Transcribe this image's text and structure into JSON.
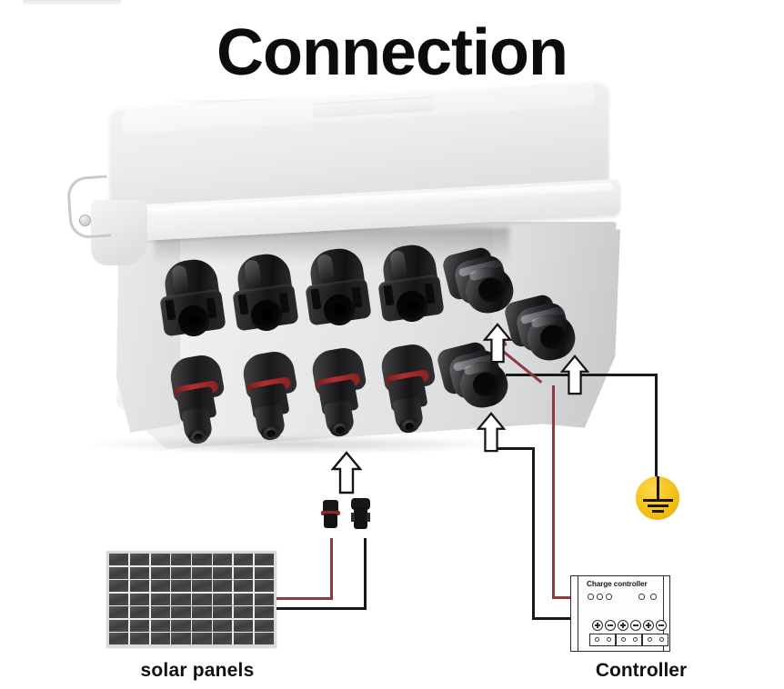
{
  "page": {
    "title": "Connection",
    "background_color": "#ffffff"
  },
  "diagram": {
    "labels": {
      "solar_panels": "solar panels",
      "controller": "Controller",
      "charge_controller": "Charge controller"
    },
    "components": [
      {
        "name": "solar-junction-box",
        "description": "Light gray IP65 plastic enclosure with hinged lid",
        "color": "#e6e7e8",
        "connectors_top_row": 5,
        "connectors_bottom_row": 5,
        "cable_glands": 3
      },
      {
        "name": "solar-panel",
        "cells_across": 8,
        "cells_down": 7,
        "cell_color": "#454547",
        "frame_color": "#d8d9da"
      },
      {
        "name": "mc4-connector-pair",
        "male_ring_color": "#8c2a2a",
        "body_color": "#171719"
      },
      {
        "name": "charge-controller",
        "led_count_left": 3,
        "led_count_right": 2,
        "terminal_symbols": [
          "+",
          "-",
          "+",
          "-",
          "+",
          "-"
        ],
        "terminal_blocks": 3,
        "screws_per_block": 2
      },
      {
        "name": "ground-symbol",
        "color": "#f6c51c",
        "bar_count": 3
      }
    ],
    "wires": [
      {
        "name": "pv-positive",
        "color": "#8e3a3e",
        "from": "solar panels",
        "to": "junction box via MC4"
      },
      {
        "name": "pv-negative",
        "color": "#1a1a1a",
        "from": "solar panels",
        "to": "junction box via MC4"
      },
      {
        "name": "output-positive",
        "color": "#8e3a3e",
        "from": "junction box gland",
        "to": "charge controller"
      },
      {
        "name": "output-negative",
        "color": "#1a1a1a",
        "from": "junction box gland",
        "to": "charge controller"
      },
      {
        "name": "earth",
        "color": "#1a1a1a",
        "from": "junction box gland",
        "to": "ground symbol"
      }
    ],
    "arrows": {
      "style": "white-filled-black-outline-up-arrow",
      "count": 4,
      "meaning": "points to the connection port each cable attaches to"
    }
  }
}
